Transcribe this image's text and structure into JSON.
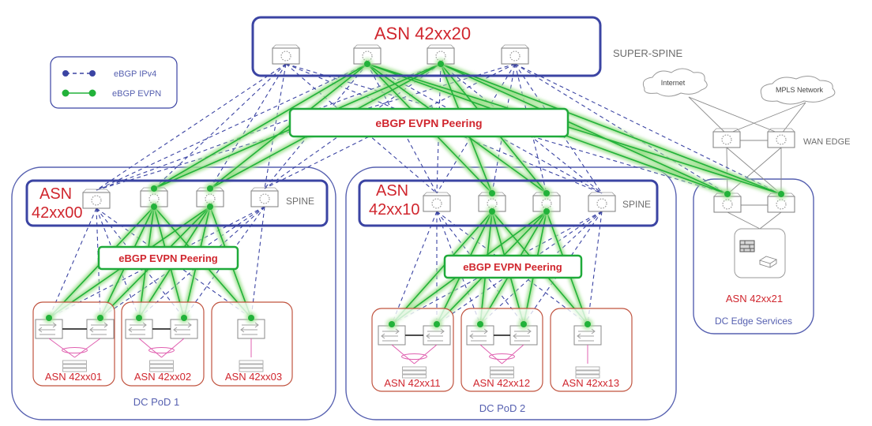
{
  "title": "Multi-PoD EVPN-VXLAN eBGP Fabric",
  "legend": {
    "items": [
      {
        "label": "eBGP IPv4",
        "style": "dashed",
        "color": "#3b44a3"
      },
      {
        "label": "eBGP EVPN",
        "style": "solid",
        "color": "#22b23a"
      }
    ]
  },
  "colors": {
    "ipv4": "#3b44a3",
    "evpn": "#22b23a",
    "evpn_glow": "#9fe08f",
    "asn_text": "#d0262e",
    "box_border": "#3b44a3",
    "leaf_border": "#c0533f",
    "lag": "#e060b0",
    "wan_line": "#8a8a8a"
  },
  "super_spine": {
    "asn": "ASN 42xx20",
    "role": "SUPER-SPINE",
    "devices": [
      "ss1",
      "ss2",
      "ss3",
      "ss4"
    ]
  },
  "evpn_peering_labels": {
    "core": "eBGP EVPN Peering",
    "pod1": "eBGP EVPN Peering",
    "pod2": "eBGP EVPN Peering"
  },
  "pods": [
    {
      "id": "pod1",
      "name": "DC PoD 1",
      "spine_asn_line1": "ASN",
      "spine_asn_line2": "42xx00",
      "spine_role": "SPINE",
      "spines": [
        "p1s1",
        "p1s2",
        "p1s3",
        "p1s4"
      ],
      "leaf_groups": [
        {
          "asn": "ASN 42xx01",
          "leaves": [
            "p1l1",
            "p1l2"
          ],
          "esi_lag": true
        },
        {
          "asn": "ASN 42xx02",
          "leaves": [
            "p1l3",
            "p1l4"
          ],
          "esi_lag": true
        },
        {
          "asn": "ASN 42xx03",
          "leaves": [
            "p1l5"
          ],
          "esi_lag": false
        }
      ]
    },
    {
      "id": "pod2",
      "name": "DC PoD 2",
      "spine_asn_line1": "ASN",
      "spine_asn_line2": "42xx10",
      "spine_role": "SPINE",
      "spines": [
        "p2s1",
        "p2s2",
        "p2s3",
        "p2s4"
      ],
      "leaf_groups": [
        {
          "asn": "ASN 42xx11",
          "leaves": [
            "p2l1",
            "p2l2"
          ],
          "esi_lag": true
        },
        {
          "asn": "ASN 42xx12",
          "leaves": [
            "p2l3",
            "p2l4"
          ],
          "esi_lag": true
        },
        {
          "asn": "ASN 42xx13",
          "leaves": [
            "p2l5"
          ],
          "esi_lag": false
        }
      ]
    }
  ],
  "edge": {
    "name": "DC Edge Services",
    "asn": "ASN 42xx21",
    "border_leaves": [
      "bl1",
      "bl2"
    ],
    "services": [
      "firewall-icon",
      "load-balancer-icon"
    ]
  },
  "wan": {
    "role": "WAN EDGE",
    "routers": [
      "wan1",
      "wan2"
    ],
    "clouds": [
      "Internet",
      "MPLS Network"
    ]
  },
  "links": {
    "evpn_super_to_spine": [
      [
        "ss2",
        "p1s2"
      ],
      [
        "ss2",
        "p1s3"
      ],
      [
        "ss3",
        "p1s2"
      ],
      [
        "ss3",
        "p1s3"
      ],
      [
        "ss2",
        "p2s2"
      ],
      [
        "ss2",
        "p2s3"
      ],
      [
        "ss3",
        "p2s2"
      ],
      [
        "ss3",
        "p2s3"
      ],
      [
        "ss2",
        "bl1"
      ],
      [
        "ss2",
        "bl2"
      ],
      [
        "ss3",
        "bl1"
      ],
      [
        "ss3",
        "bl2"
      ]
    ],
    "ipv4_super_to_spine": [
      [
        "ss1",
        "p1s1"
      ],
      [
        "ss1",
        "p1s2"
      ],
      [
        "ss1",
        "p1s3"
      ],
      [
        "ss1",
        "p1s4"
      ],
      [
        "ss1",
        "p2s1"
      ],
      [
        "ss1",
        "p2s4"
      ],
      [
        "ss1",
        "bl1"
      ],
      [
        "ss4",
        "p1s1"
      ],
      [
        "ss4",
        "p1s4"
      ],
      [
        "ss4",
        "p2s1"
      ],
      [
        "ss4",
        "p2s2"
      ],
      [
        "ss4",
        "p2s3"
      ],
      [
        "ss4",
        "p2s4"
      ],
      [
        "ss4",
        "bl1"
      ],
      [
        "ss4",
        "bl2"
      ],
      [
        "ss2",
        "p1s1"
      ],
      [
        "ss2",
        "p1s4"
      ],
      [
        "ss2",
        "p2s1"
      ],
      [
        "ss2",
        "p2s4"
      ],
      [
        "ss3",
        "p1s1"
      ],
      [
        "ss3",
        "p1s4"
      ],
      [
        "ss3",
        "p2s1"
      ],
      [
        "ss3",
        "p2s4"
      ]
    ]
  }
}
